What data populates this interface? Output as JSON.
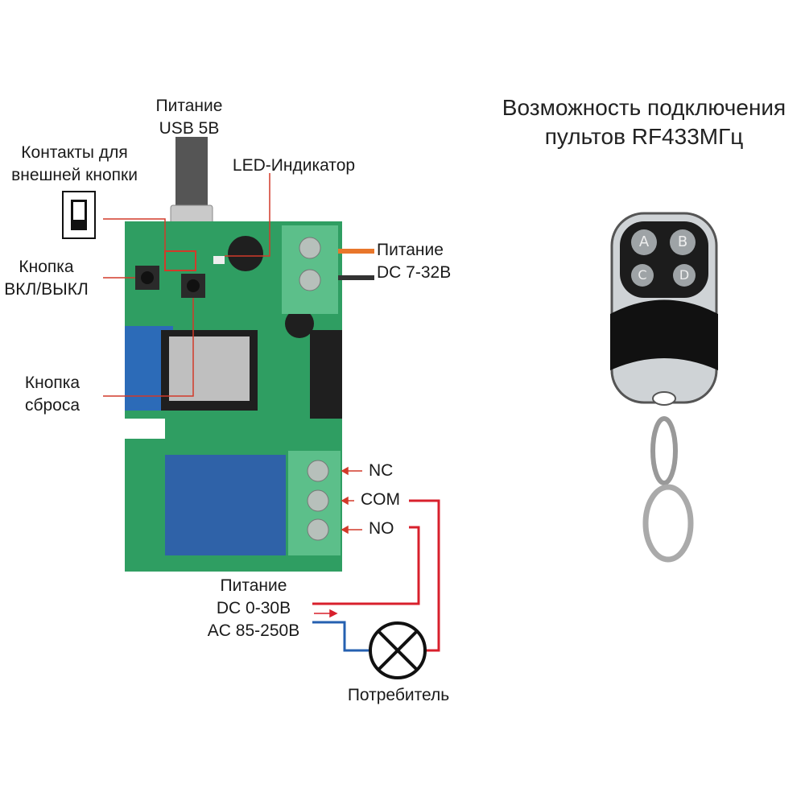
{
  "labels": {
    "usb_power_line1": "Питание",
    "usb_power_line2": "USB 5В",
    "ext_button_line1": "Контакты для",
    "ext_button_line2": "внешней кнопки",
    "led": "LED-Индикатор",
    "onoff_line1": "Кнопка",
    "onoff_line2": "ВКЛ/ВЫКЛ",
    "reset_line1": "Кнопка",
    "reset_line2": "сброса",
    "dc_power_line1": "Питание",
    "dc_power_line2": "DC 7-32В",
    "nc": "NC",
    "com": "COM",
    "no": "NO",
    "load_power_line1": "Питание",
    "load_power_line2": "DC 0-30В",
    "load_power_line3": "AC 85-250В",
    "consumer": "Потребитель"
  },
  "remote": {
    "title_line1": "Возможность подключения",
    "title_line2": "пультов RF433МГц",
    "buttons": [
      "A",
      "B",
      "C",
      "D"
    ]
  },
  "colors": {
    "pcb": "#2f9e62",
    "terminal": "#5cbf8a",
    "relay": "#2f62a8",
    "pointer": "#d23a2a",
    "wire_red": "#d8202c",
    "wire_blue": "#2560b0",
    "wire_orange": "#e8762b"
  }
}
